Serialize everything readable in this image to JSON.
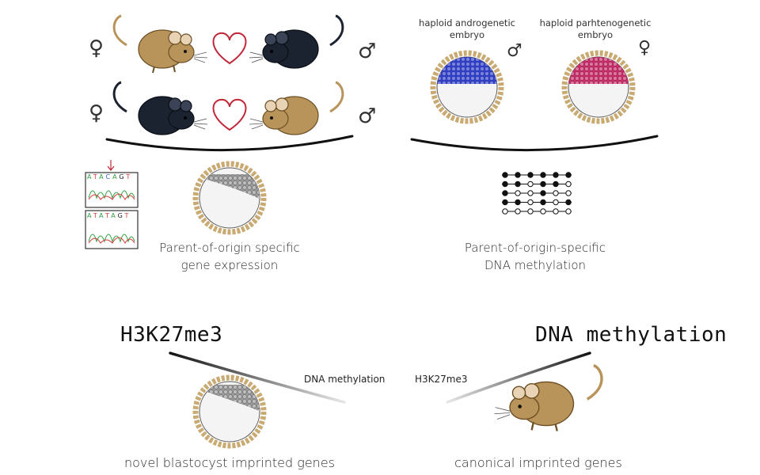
{
  "colors": {
    "brown_mouse": "#b8935a",
    "black_mouse": "#1c2330",
    "heart": "#c0283a",
    "androgenetic_cap": "#2e3fd6",
    "parthenogenetic_cap": "#d02a6a",
    "neutral_cap": "#9a9a9a",
    "zona": "#c9aa72"
  },
  "symbols": {
    "female": "♀",
    "male": "♂"
  },
  "icons": [
    "mouse-icon",
    "heart-icon",
    "embryo-icon",
    "chromatogram-icon",
    "methylation-lollipop-icon",
    "arrow-down-icon"
  ],
  "top_left": {
    "caption_line1": "Parent-of-origin specific",
    "caption_line2": "gene expression",
    "chromatogram": {
      "seq_top": [
        "A",
        "T",
        "A",
        "C",
        "A",
        "G",
        "T"
      ],
      "seq_bottom": [
        "A",
        "T",
        "A",
        "T",
        "A",
        "G",
        "T"
      ],
      "base_colors": {
        "A": "#2e9e3e",
        "T": "#d33a3a",
        "C": "#3a5bd3",
        "G": "#222222"
      }
    }
  },
  "top_right": {
    "label_androgenetic_line1": "haploid androgenetic",
    "label_androgenetic_line2": "embryo",
    "label_parthenogenetic_line1": "haploid parhtenogenetic",
    "label_parthenogenetic_line2": "embryo",
    "caption_line1": "Parent-of-origin-specific",
    "caption_line2": "DNA methylation",
    "methylation_pattern": [
      [
        1,
        1,
        1,
        1,
        1,
        1
      ],
      [
        1,
        1,
        0,
        1,
        1,
        0
      ],
      [
        1,
        0,
        0,
        1,
        0,
        0
      ],
      [
        1,
        1,
        0,
        1,
        0,
        1
      ],
      [
        0,
        0,
        0,
        0,
        0,
        0
      ]
    ]
  },
  "bottom_left": {
    "title": "H3K27me3",
    "side_label": "DNA methylation",
    "caption": "novel blastocyst imprinted genes"
  },
  "bottom_right": {
    "title": "DNA methylation",
    "side_label": "H3K27me3",
    "caption": "canonical imprinted genes"
  }
}
